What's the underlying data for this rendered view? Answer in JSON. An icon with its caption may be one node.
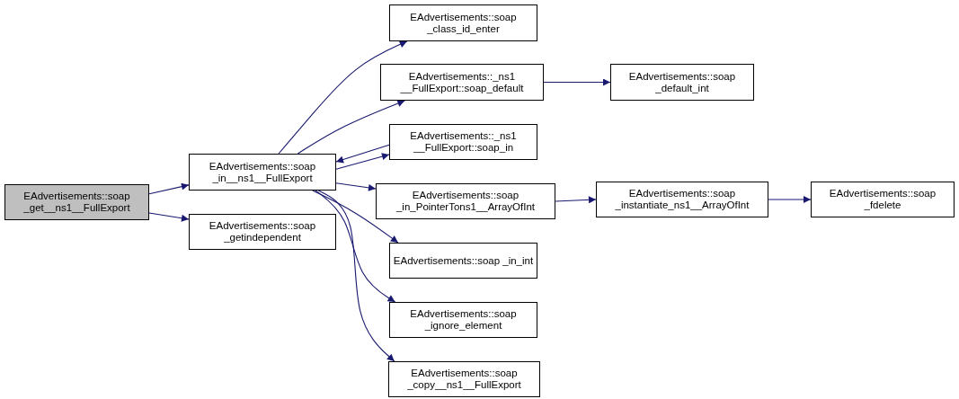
{
  "diagram": {
    "nodes": [
      {
        "text": [
          "EAdvertisements::soap _get__ns1__FullExport"
        ]
      },
      {
        "text": [
          "EAdvertisements::soap _in__ns1__FullExport"
        ]
      },
      {
        "text": [
          "EAdvertisements::soap _getindependent"
        ]
      },
      {
        "text": [
          "EAdvertisements::soap _class_id_enter"
        ]
      },
      {
        "text": [
          "EAdvertisements::_ns1 __FullExport::soap_default"
        ]
      },
      {
        "text": [
          "EAdvertisements::_ns1 __FullExport::soap_in"
        ]
      },
      {
        "text": [
          "EAdvertisements::soap _in_PointerTons1__ArrayOfInt"
        ]
      },
      {
        "text": [
          "EAdvertisements::soap _in_int"
        ]
      },
      {
        "text": [
          "EAdvertisements::soap _ignore_element"
        ]
      },
      {
        "text": [
          "EAdvertisements::soap _copy__ns1__FullExport"
        ]
      },
      {
        "text": [
          "EAdvertisements::soap _default_int"
        ]
      },
      {
        "text": [
          "EAdvertisements::soap _instantiate_ns1__ArrayOfInt"
        ]
      },
      {
        "text": [
          "EAdvertisements::soap _fdelete"
        ]
      }
    ],
    "edges": [
      {
        "from": 0,
        "to": 1,
        "arrow": "to"
      },
      {
        "from": 0,
        "to": 2,
        "arrow": "to"
      },
      {
        "from": 1,
        "to": 3,
        "arrow": "to"
      },
      {
        "from": 1,
        "to": 4,
        "arrow": "to"
      },
      {
        "from": 1,
        "to": 5,
        "arrow": "to"
      },
      {
        "from": 5,
        "to": 1,
        "arrow": "to"
      },
      {
        "from": 1,
        "to": 6,
        "arrow": "to"
      },
      {
        "from": 1,
        "to": 7,
        "arrow": "to"
      },
      {
        "from": 1,
        "to": 8,
        "arrow": "to"
      },
      {
        "from": 1,
        "to": 9,
        "arrow": "to"
      },
      {
        "from": 4,
        "to": 10,
        "arrow": "to"
      },
      {
        "from": 6,
        "to": 11,
        "arrow": "to"
      },
      {
        "from": 11,
        "to": 12,
        "arrow": "to"
      }
    ]
  }
}
